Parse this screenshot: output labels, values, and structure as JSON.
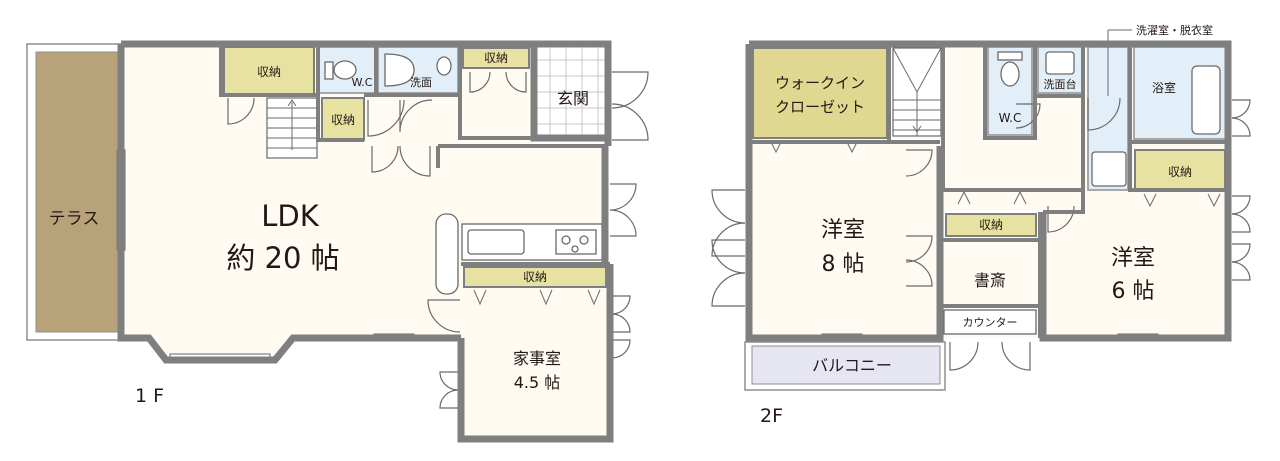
{
  "floor1": {
    "label": "1 F",
    "terrace": "テラス",
    "ldk_name": "LDK",
    "ldk_size": "約 20 帖",
    "storage": "収納",
    "wc": "W.C",
    "washroom": "洗面",
    "entrance": "玄関",
    "utility_name": "家事室",
    "utility_size": "4.5 帖"
  },
  "floor2": {
    "label": "2F",
    "walkin_line1": "ウォークイン",
    "walkin_line2": "クローゼット",
    "laundry": "洗濯室・脱衣室",
    "bath": "浴室",
    "wc": "W.C",
    "wash_basin": "洗面台",
    "storage": "収納",
    "room_name": "洋室",
    "room_a_size": "8 帖",
    "room_b_size": "6 帖",
    "study": "書斎",
    "counter": "カウンター",
    "balcony": "バルコニー"
  }
}
